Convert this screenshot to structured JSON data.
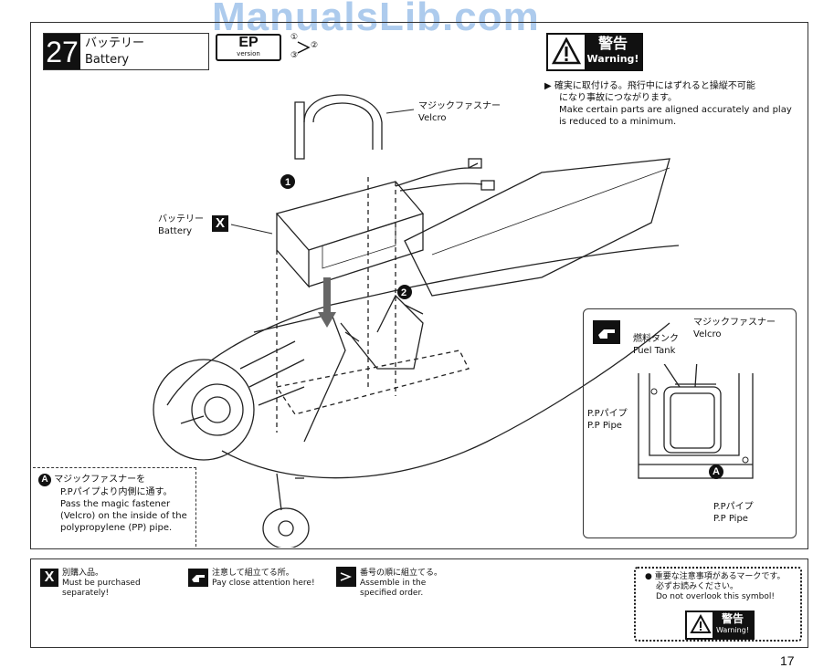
{
  "watermark": "ManualsLib.com",
  "step": {
    "number": "27",
    "title_jp": "バッテリー",
    "title_en": "Battery",
    "ep_badge": "EP",
    "ep_sub": "version",
    "order_symbols": [
      "①",
      "②",
      "③"
    ]
  },
  "warning": {
    "badge_kanji": "警告",
    "badge_en": "Warning!",
    "text_jp_1": "確実に取付ける。飛行中にはずれると操縦不可能",
    "text_jp_2": "になり事故につながります。",
    "text_en_1": "Make certain parts are aligned accurately and play",
    "text_en_2": "is reduced to a minimum."
  },
  "callouts": {
    "velcro_jp": "マジックファスナー",
    "velcro_en": "Velcro",
    "battery_jp": "バッテリー",
    "battery_en": "Battery",
    "step1": "1",
    "step2": "2",
    "x_mark": "X"
  },
  "detail": {
    "velcro_jp": "マジックファスナー",
    "velcro_en": "Velcro",
    "fuel_jp": "燃料タンク",
    "fuel_en": "Fuel Tank",
    "pp_left_jp": "P.Pパイプ",
    "pp_left_en": "P.P Pipe",
    "pp_right_jp": "P.Pパイプ",
    "pp_right_en": "P.P Pipe",
    "mark_a": "A"
  },
  "note_a": {
    "mark": "A",
    "line1": "マジックファスナーを",
    "line2": "P.Pパイプより内側に通す。",
    "line3": "Pass the magic fastener",
    "line4": "(Velcro) on the inside of the",
    "line5": "polypropylene (PP) pipe."
  },
  "legend": {
    "x_jp": "別購入品。",
    "x_en_1": "Must be purchased",
    "x_en_2": "separately!",
    "hand_jp": "注意して組立てる所。",
    "hand_en": "Pay close attention here!",
    "order_jp": "番号の順に組立てる。",
    "order_en_1": "Assemble in the",
    "order_en_2": "specified order.",
    "important_jp_1": "重要な注意事項があるマークです。",
    "important_jp_2": "必ずお読みください。",
    "important_en": "Do not overlook this symbol!",
    "badge_kanji": "警告",
    "badge_en": "Warning!"
  },
  "page_number": "17"
}
